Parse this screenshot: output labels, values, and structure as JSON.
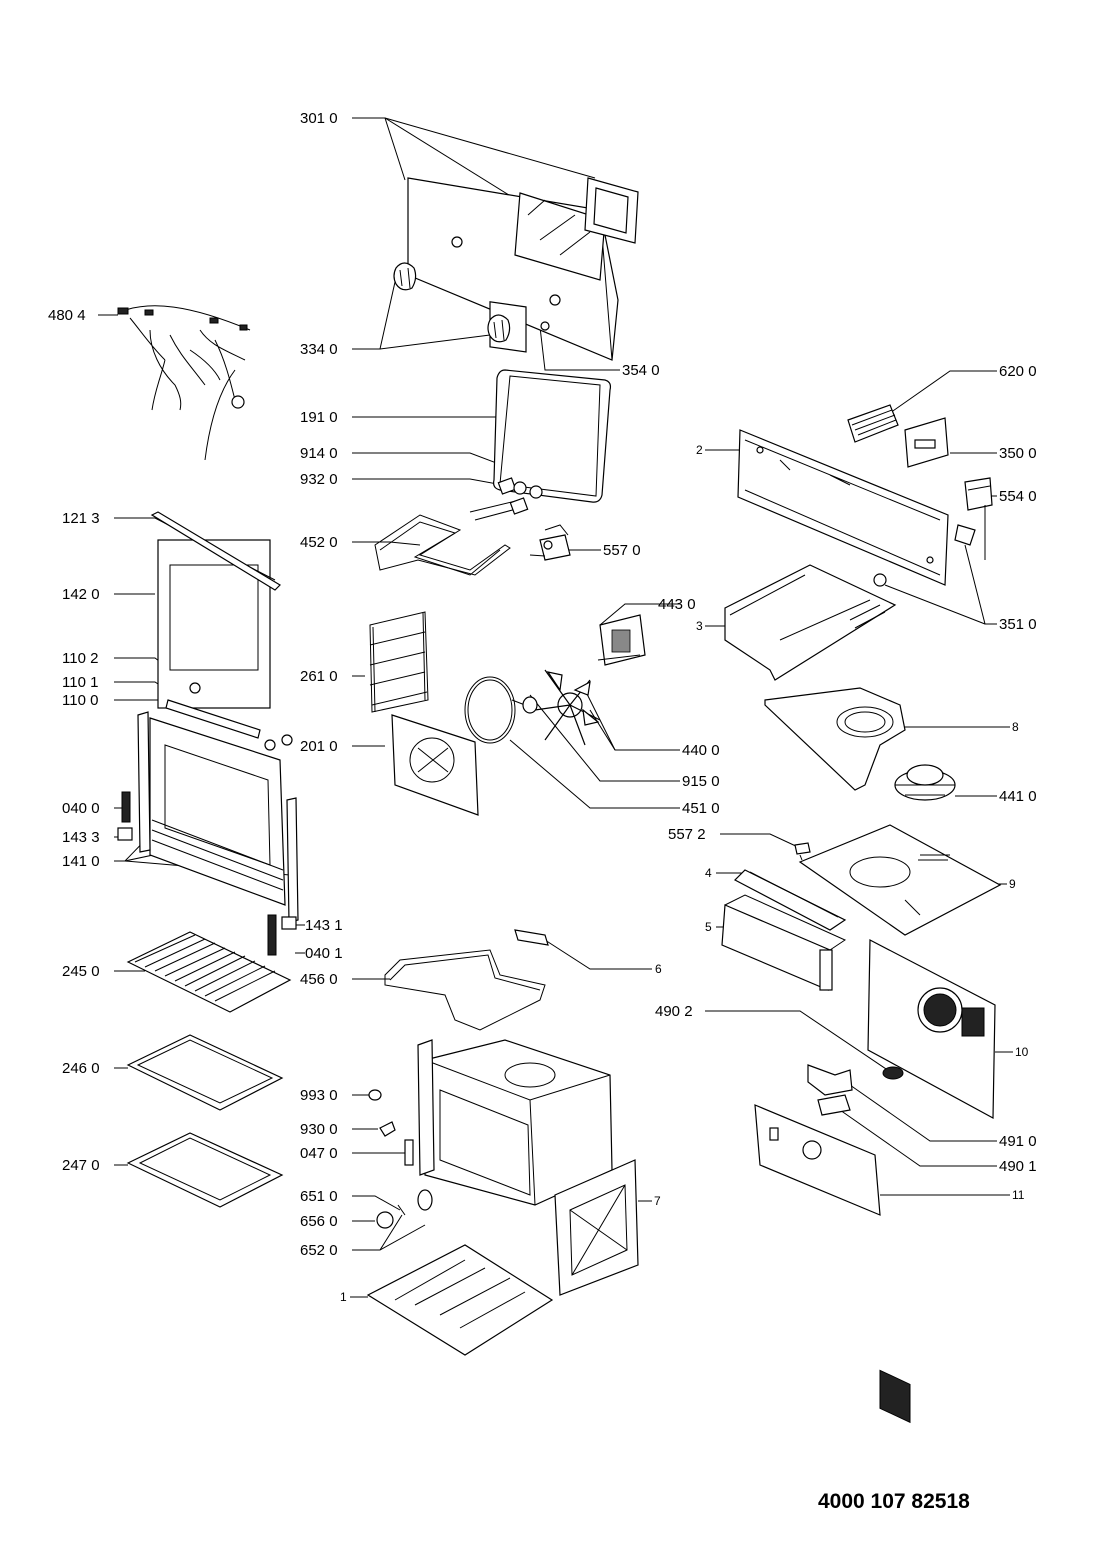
{
  "document_number": "4000 107 82518",
  "callouts": {
    "c3010": "301 0",
    "c4804": "480 4",
    "c3340": "334 0",
    "c3540": "354 0",
    "c1910": "191 0",
    "c6200": "620 0",
    "c9140": "914 0",
    "c9320": "932 0",
    "c3500": "350 0",
    "c2": "2",
    "c5540": "554 0",
    "c1213": "121 3",
    "c4520": "452 0",
    "c5570": "557 0",
    "c1420": "142 0",
    "c4430": "443 0",
    "c3": "3",
    "c3510": "351 0",
    "c1102": "110 2",
    "c2610": "261 0",
    "c1101": "110 1",
    "c1100": "110 0",
    "c8": "8",
    "c2010": "201 0",
    "c4400": "440 0",
    "c0400": "040 0",
    "c9150": "915 0",
    "c1433": "143 3",
    "c4510": "451 0",
    "c4410": "441 0",
    "c1410": "141 0",
    "c5572": "557 2",
    "c4": "4",
    "c9": "9",
    "c5": "5",
    "c1431": "143 1",
    "c0401": "040 1",
    "c2450": "245 0",
    "c6": "6",
    "c4560": "456 0",
    "c4902": "490 2",
    "c10": "10",
    "c2460": "246 0",
    "c9930": "993 0",
    "c9300": "930 0",
    "c0470": "047 0",
    "c2470": "247 0",
    "c4910": "491 0",
    "c4901": "490 1",
    "c11": "11",
    "c7": "7",
    "c6510": "651 0",
    "c6560": "656 0",
    "c6520": "652 0",
    "c1": "1"
  }
}
